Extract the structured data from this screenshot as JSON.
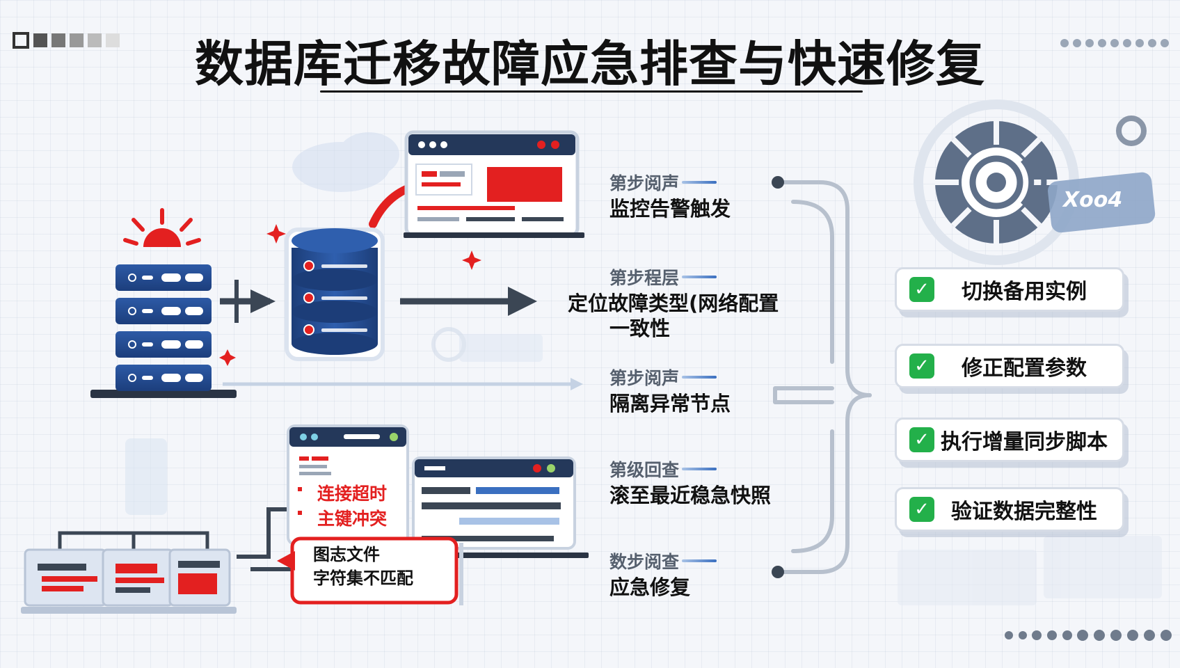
{
  "title": "数据库迁移故障应急排查与快速修复",
  "steps": [
    {
      "tag": "第步阅声",
      "text": "监控告警触发"
    },
    {
      "tag": "第步程层",
      "text": "定位故障类型(网络配置",
      "text2": "一致性"
    },
    {
      "tag": "第步阅声",
      "text": "隔离异常节点"
    },
    {
      "tag": "第级回查",
      "text": "滚至最近稳急快照"
    },
    {
      "tag": "数步阅查",
      "text": "应急修复"
    }
  ],
  "actions": [
    {
      "label": "切换备用实例"
    },
    {
      "label": "修正配置参数"
    },
    {
      "label": "执行增量同步脚本"
    },
    {
      "label": "验证数据完整性"
    }
  ],
  "errors": {
    "line1": "连接超时",
    "line2": "主键冲突",
    "callout1": "图志文件",
    "callout2": "字符集不匹配"
  },
  "badge": "Xoo4",
  "colors": {
    "accent_red": "#e32020",
    "navy": "#1f3f7a",
    "check_green": "#23b04a",
    "dark_gray": "#3b4654"
  },
  "icons": [
    "alert-sun-icon",
    "server-rack-icon",
    "database-icon",
    "monitor-window-icon",
    "gear-target-icon",
    "checkmark-icon"
  ]
}
